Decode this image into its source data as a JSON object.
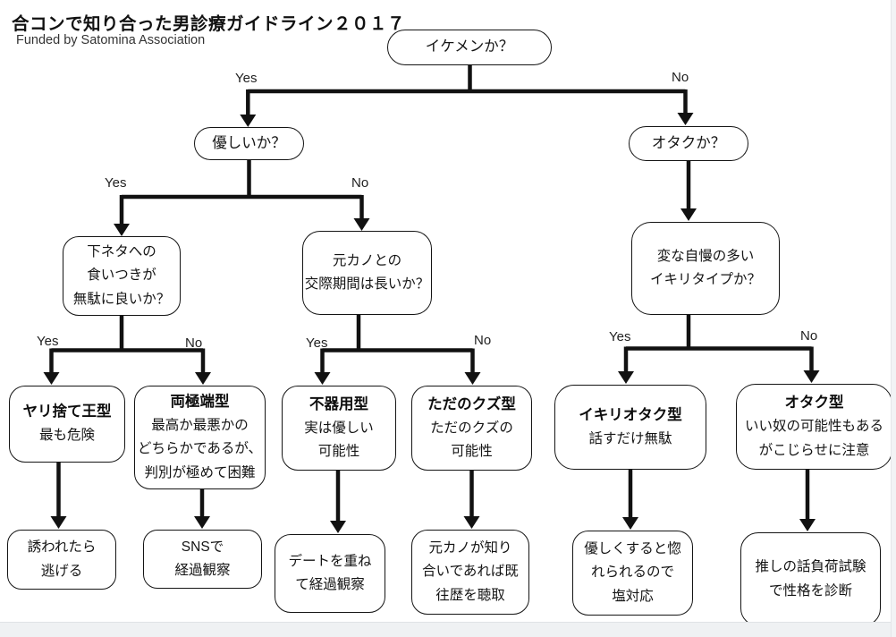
{
  "header": {
    "title": "合コンで知り合った男診療ガイドライン２０１７",
    "subtitle": "Funded by Satomina Association"
  },
  "labels": {
    "yes": "Yes",
    "no": "No"
  },
  "colors": {
    "line": "#111111",
    "box_border": "#141414",
    "background": "#ffffff",
    "page_edge": "#eff1f3"
  },
  "nodes": {
    "root_q": {
      "text": "イケメンか？"
    },
    "kind_q": {
      "text": "優しいか？"
    },
    "otaku_q": {
      "text": "オタクか？"
    },
    "dirty_joke_q": {
      "text": "下ネタへの\n食いつきが\n無駄に良いか？"
    },
    "ex_girlfriend_q": {
      "text": "元カノとの\n交際期間は長いか？"
    },
    "ikiri_q": {
      "text": "変な自慢の多い\nイキリタイプか？"
    },
    "yarisute": {
      "title": "ヤリ捨て王型",
      "desc": "最も危険"
    },
    "ryoukyokutan": {
      "title": "両極端型",
      "desc": "最高か最悪かの\nどちらかであるが、\n判別が極めて困難"
    },
    "bukiyou": {
      "title": "不器用型",
      "desc": "実は優しい\n可能性"
    },
    "kuzu": {
      "title": "ただのクズ型",
      "desc": "ただのクズの\n可能性"
    },
    "ikiri_otaku": {
      "title": "イキリオタク型",
      "desc": "話すだけ無駄"
    },
    "otaku_type": {
      "title": "オタク型",
      "desc": "いい奴の可能性もある\nがこじらせに注意"
    },
    "action_run": {
      "text": "誘われたら\n逃げる"
    },
    "action_sns": {
      "text": "SNSで\n経過観察"
    },
    "action_date": {
      "text": "デートを重ね\nて経過観察"
    },
    "action_history": {
      "text": "元カノが知り\n合いであれば既\n往歴を聴取"
    },
    "action_shio": {
      "text": "優しくすると惚\nれられるので\n塩対応"
    },
    "action_oshi": {
      "text": "推しの話負荷試験\nで性格を診断"
    }
  },
  "tree": {
    "edges": [
      {
        "from": "root_q",
        "label": "Yes",
        "to": "kind_q"
      },
      {
        "from": "root_q",
        "label": "No",
        "to": "otaku_q"
      },
      {
        "from": "kind_q",
        "label": "Yes",
        "to": "dirty_joke_q"
      },
      {
        "from": "kind_q",
        "label": "No",
        "to": "ex_girlfriend_q"
      },
      {
        "from": "otaku_q",
        "label": "",
        "to": "ikiri_q"
      },
      {
        "from": "dirty_joke_q",
        "label": "Yes",
        "to": "yarisute"
      },
      {
        "from": "dirty_joke_q",
        "label": "No",
        "to": "ryoukyokutan"
      },
      {
        "from": "ex_girlfriend_q",
        "label": "Yes",
        "to": "bukiyou"
      },
      {
        "from": "ex_girlfriend_q",
        "label": "No",
        "to": "kuzu"
      },
      {
        "from": "ikiri_q",
        "label": "Yes",
        "to": "ikiri_otaku"
      },
      {
        "from": "ikiri_q",
        "label": "No",
        "to": "otaku_type"
      },
      {
        "from": "yarisute",
        "label": "",
        "to": "action_run"
      },
      {
        "from": "ryoukyokutan",
        "label": "",
        "to": "action_sns"
      },
      {
        "from": "bukiyou",
        "label": "",
        "to": "action_date"
      },
      {
        "from": "kuzu",
        "label": "",
        "to": "action_history"
      },
      {
        "from": "ikiri_otaku",
        "label": "",
        "to": "action_shio"
      },
      {
        "from": "otaku_type",
        "label": "",
        "to": "action_oshi"
      }
    ]
  }
}
